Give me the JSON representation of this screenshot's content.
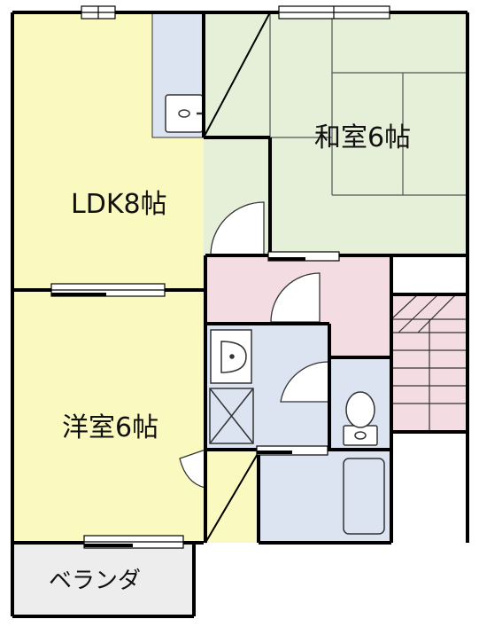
{
  "plan": {
    "rooms": {
      "ldk": {
        "label": "LDK8帖",
        "fill": "#FAF9BF"
      },
      "washitsu": {
        "label": "和室6帖",
        "fill": "#E6EFD8"
      },
      "youshitsu": {
        "label": "洋室6帖",
        "fill": "#FAF9BF"
      },
      "veranda": {
        "label": "ベランダ",
        "fill": "#EDEDED"
      },
      "hall": {
        "fill": "#F4DDE2"
      },
      "stairs": {
        "fill": "#F4DDE2"
      },
      "wet_area": {
        "fill": "#DCE4F2"
      }
    },
    "colors": {
      "wall": "#000000",
      "fixture_fill": "#DCE4F2",
      "fixture_stroke": "#333333"
    }
  }
}
